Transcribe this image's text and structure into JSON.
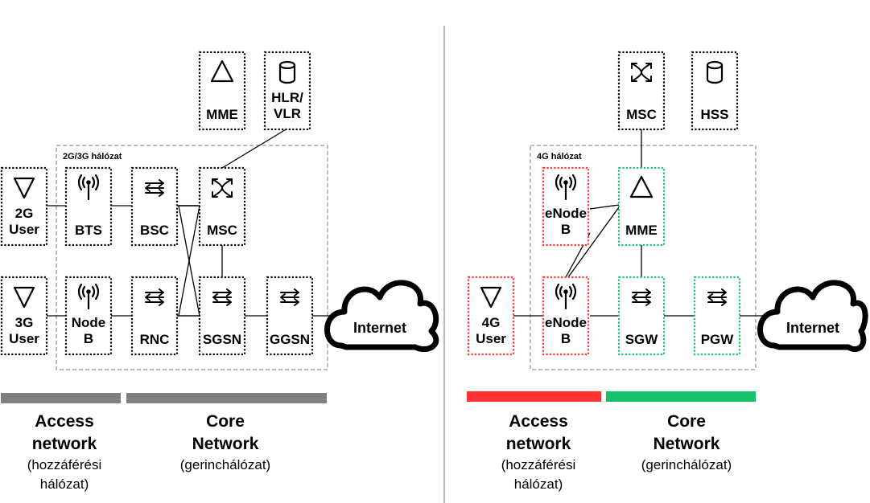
{
  "colors": {
    "black": "#000000",
    "gray_bar": "#808080",
    "red": "#ff3333",
    "green": "#15c26b",
    "divider": "#bbbbbb",
    "region_border": "#999999"
  },
  "left": {
    "region_label": "2G/3G hálózat",
    "nodes": {
      "user2g": {
        "lines": [
          "2G",
          "User"
        ],
        "icon": "antenna-triangle-icon"
      },
      "bts": {
        "lines": [
          "BTS"
        ],
        "icon": "radio-tower-icon"
      },
      "bsc": {
        "lines": [
          "BSC"
        ],
        "icon": "arrows-exchange-icon"
      },
      "msc": {
        "lines": [
          "MSC"
        ],
        "icon": "crossed-arrows-icon"
      },
      "mme": {
        "lines": [
          "MME"
        ],
        "icon": "triangle-icon"
      },
      "hlr": {
        "lines": [
          "HLR/",
          "VLR"
        ],
        "icon": "database-icon"
      },
      "user3g": {
        "lines": [
          "3G",
          "User"
        ],
        "icon": "antenna-triangle-icon"
      },
      "nodeb": {
        "lines": [
          "Node",
          "B"
        ],
        "icon": "radio-tower-icon"
      },
      "rnc": {
        "lines": [
          "RNC"
        ],
        "icon": "arrows-exchange-icon"
      },
      "sgsn": {
        "lines": [
          "SGSN"
        ],
        "icon": "arrows-exchange-icon"
      },
      "ggsn": {
        "lines": [
          "GGSN"
        ],
        "icon": "arrows-exchange-icon"
      }
    },
    "internet": "Internet",
    "legend": {
      "access_title": [
        "Access",
        "network"
      ],
      "access_sub": [
        "(hozzáférési",
        "hálózat)"
      ],
      "core_title": [
        "Core",
        "Network"
      ],
      "core_sub": [
        "(gerinchálózat)"
      ]
    }
  },
  "right": {
    "region_label": "4G hálózat",
    "nodes": {
      "msc": {
        "lines": [
          "MSC"
        ],
        "icon": "crossed-arrows-icon"
      },
      "hss": {
        "lines": [
          "HSS"
        ],
        "icon": "database-icon"
      },
      "enodeb_top": {
        "lines": [
          "eNode",
          "B"
        ],
        "icon": "radio-tower-icon"
      },
      "mme": {
        "lines": [
          "MME"
        ],
        "icon": "triangle-icon"
      },
      "user4g": {
        "lines": [
          "4G",
          "User"
        ],
        "icon": "antenna-triangle-icon"
      },
      "enodeb_bot": {
        "lines": [
          "eNode",
          "B"
        ],
        "icon": "radio-tower-icon"
      },
      "sgw": {
        "lines": [
          "SGW"
        ],
        "icon": "arrows-exchange-icon"
      },
      "pgw": {
        "lines": [
          "PGW"
        ],
        "icon": "arrows-exchange-icon"
      }
    },
    "internet": "Internet",
    "legend": {
      "access_title": [
        "Access",
        "network"
      ],
      "access_sub": [
        "(hozzáférési",
        "hálózat)"
      ],
      "core_title": [
        "Core",
        "Network"
      ],
      "core_sub": [
        "(gerinchálózat)"
      ]
    }
  }
}
